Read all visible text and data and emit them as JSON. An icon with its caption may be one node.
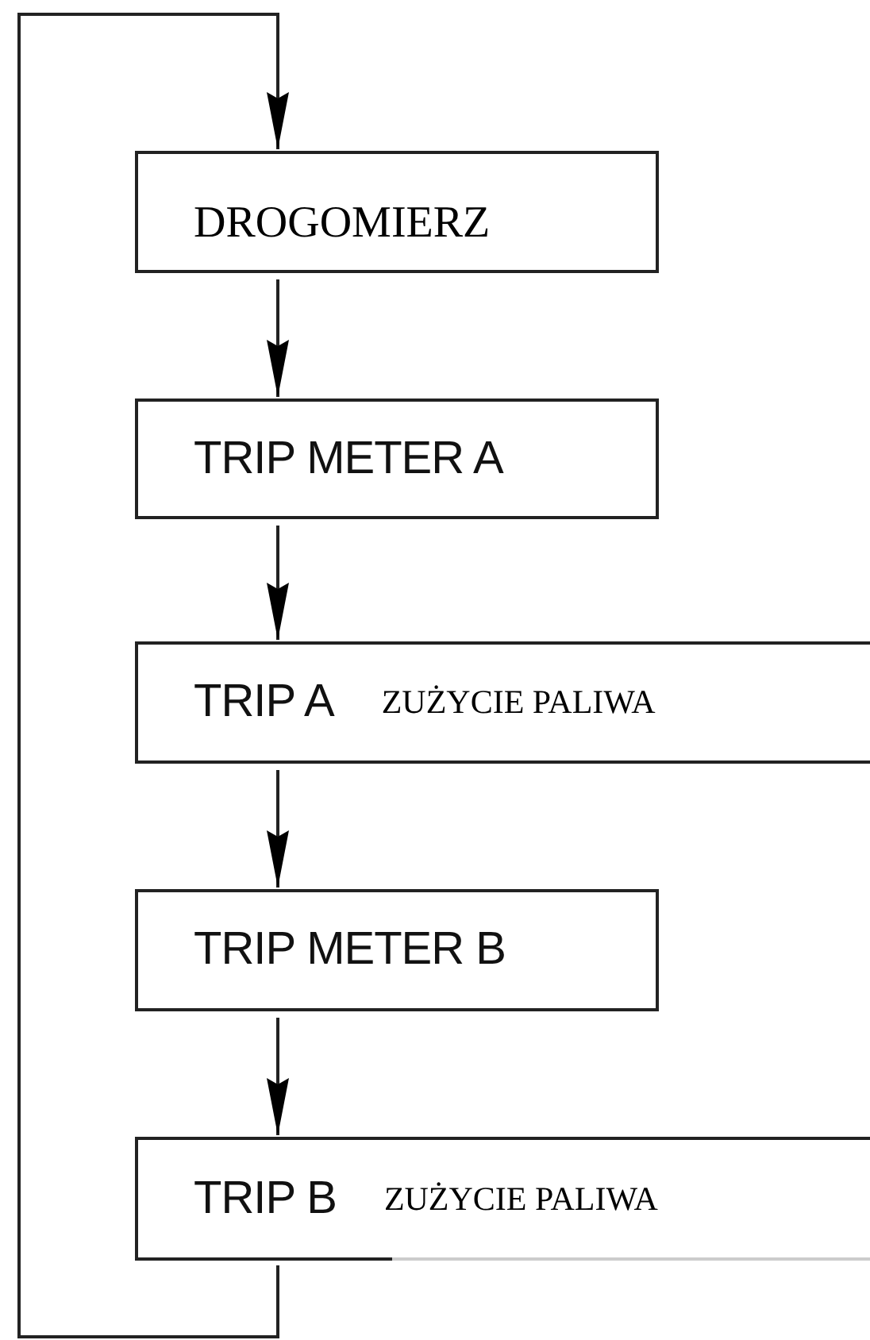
{
  "diagram": {
    "nodes": [
      {
        "text": [
          "DROGOMIERZ"
        ]
      },
      {
        "text": [
          "TRIP METER A"
        ]
      },
      {
        "text": [
          "TRIP A",
          "ZUŻYCIE PALIWA"
        ]
      },
      {
        "text": [
          "TRIP METER B"
        ]
      },
      {
        "text": [
          "TRIP B",
          "ZUŻYCIE PALIWA"
        ]
      }
    ],
    "edges": [
      {
        "from": 0,
        "to": 1,
        "arrow": "to"
      },
      {
        "from": 1,
        "to": 2,
        "arrow": "to"
      },
      {
        "from": 2,
        "to": 3,
        "arrow": "to"
      },
      {
        "from": 3,
        "to": 4,
        "arrow": "to"
      },
      {
        "from": 4,
        "to": 0,
        "arrow": "to"
      }
    ]
  }
}
